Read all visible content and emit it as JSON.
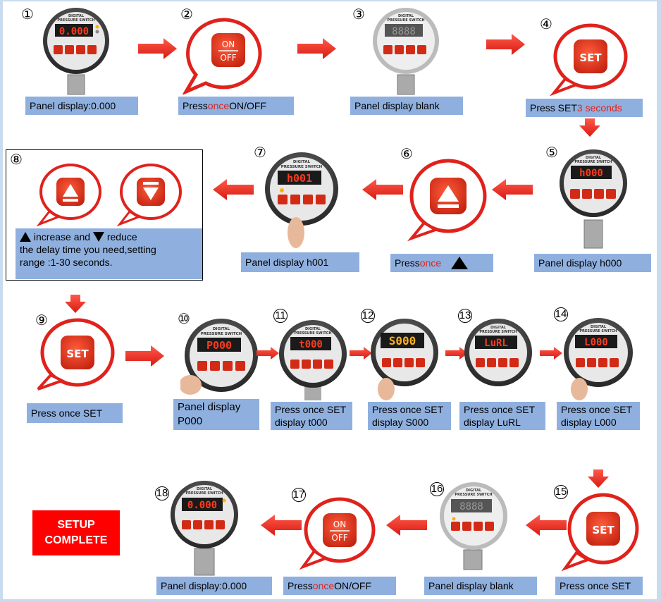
{
  "steps": {
    "s1": {
      "num": "①",
      "label": "Panel display:0.000",
      "display": "0.000"
    },
    "s2": {
      "num": "②",
      "label_pre": "Press ",
      "label_red": "once",
      "label_post": " ON/OFF",
      "button": "ON/OFF"
    },
    "s3": {
      "num": "③",
      "label": "Panel display blank",
      "display": "8888"
    },
    "s4": {
      "num": "④",
      "label_pre": "Press  SET ",
      "label_red": "3 seconds",
      "button": "SET"
    },
    "s5": {
      "num": "⑤",
      "label": "Panel display h000",
      "display": "h000"
    },
    "s6": {
      "num": "⑥",
      "label_pre": "Press ",
      "label_red": "once"
    },
    "s7": {
      "num": "⑦",
      "label": "Panel display h001",
      "display": "h001"
    },
    "s8": {
      "num": "⑧",
      "line1_a": " increase and ",
      "line1_b": " reduce",
      "line2": "the delay time you need,setting",
      "line3": "range :1-30 seconds."
    },
    "s9": {
      "num": "⑨",
      "label": "Press  once SET",
      "button": "SET"
    },
    "s10": {
      "num": "⑩",
      "label1": "Panel display",
      "label2": "P000",
      "display": "P000"
    },
    "s11": {
      "num": "11",
      "label1": "Press once SET",
      "label2": "display   t000",
      "display": "t000"
    },
    "s12": {
      "num": "12",
      "label1": "Press once SET",
      "label2": "display   S000",
      "display": "S000"
    },
    "s13": {
      "num": "13",
      "label1": "Press once SET",
      "label2": "display   LuRL",
      "display": "LuRL"
    },
    "s14": {
      "num": "14",
      "label1": "Press once SET",
      "label2": "display   L000",
      "display": "L000"
    },
    "s15": {
      "num": "15",
      "label": "Press  once SET",
      "button": "SET"
    },
    "s16": {
      "num": "16",
      "label": "Panel display blank",
      "display": "8888"
    },
    "s17": {
      "num": "17",
      "label_pre": "Press ",
      "label_red": "once",
      "label_post": " ON/OFF",
      "button": "ON/OFF"
    },
    "s18": {
      "num": "18",
      "label": "Panel display:0.000",
      "display": "0.000"
    }
  },
  "device_text": {
    "line1": "DIGITAL",
    "line2": "PRESSURE SWITCH"
  },
  "complete": {
    "line1": "SETUP",
    "line2": "COMPLETE"
  },
  "colors": {
    "accent_red": "#e0221c",
    "label_blue": "#8fb0df",
    "arrow_red": "#f02a22",
    "display_red": "#ff3b1f"
  }
}
